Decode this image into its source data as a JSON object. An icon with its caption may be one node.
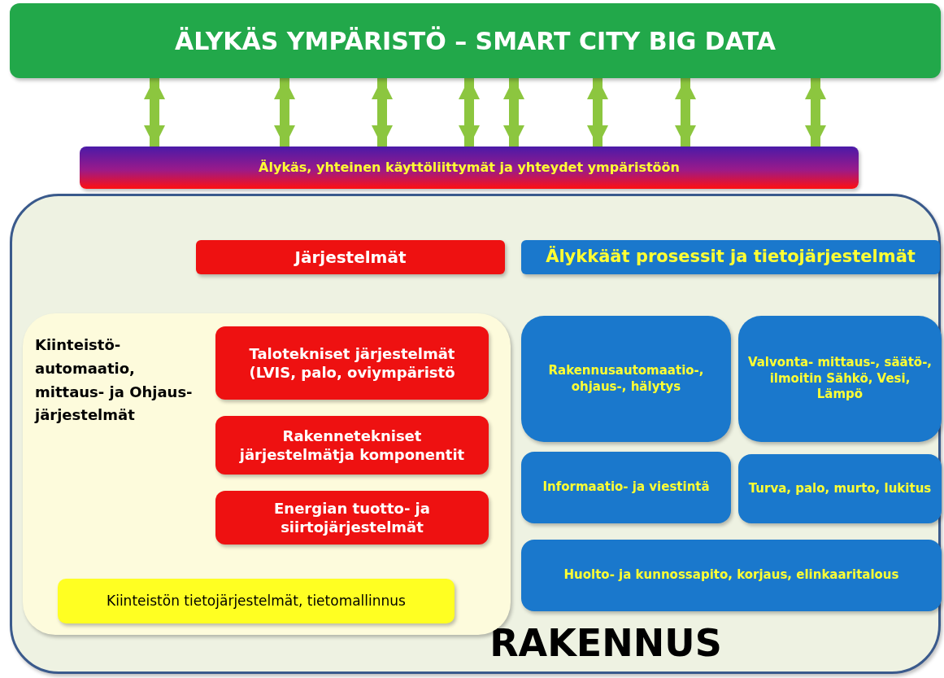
{
  "diagram": {
    "nodes": [
      {
        "text": [
          "ÄLYKÄS YMPÄRISTÖ – SMART CITY BIG DATA"
        ]
      },
      {
        "text": [
          "Älykäs, yhteinen käyttöliittymät ja yhteydet ympäristöön"
        ]
      },
      {
        "text": [
          "RAKENNUS"
        ]
      },
      {
        "text": [
          "Järjestelmät"
        ],
        "in": 2
      },
      {
        "text": [
          "Älykkäät prosessit ja tietojärjestelmät"
        ],
        "in": 2
      },
      {
        "text": [
          "Kiinteistö- automaatio, mittaus- ja Ohjaus- järjestelmät"
        ],
        "in": 2
      },
      {
        "text": [
          "Talotekniset järjestelmät (LVIS, palo, oviympäristö"
        ],
        "in": 5
      },
      {
        "text": [
          "Rakennetekniset järjestelmätja komponentit"
        ],
        "in": 5
      },
      {
        "text": [
          "Energian tuotto- ja siirtojärjestelmät"
        ],
        "in": 5
      },
      {
        "text": [
          "Kiinteistön tietojärjestelmät, tietomallinnus"
        ],
        "in": 5
      },
      {
        "text": [
          "Rakennusautomaatio-, ohjaus-, hälytys"
        ],
        "in": 2
      },
      {
        "text": [
          "Valvonta- mittaus-, säätö-, ilmoitin Sähkö, Vesi, Lämpö"
        ],
        "in": 2
      },
      {
        "text": [
          "Informaatio- ja viestintä"
        ],
        "in": 2
      },
      {
        "text": [
          "Turva, palo, murto, lukitus"
        ],
        "in": 2
      },
      {
        "text": [
          "Huolto- ja kunnossapito, korjaus, elinkaaritalous"
        ],
        "in": 2
      }
    ],
    "edges": [
      {
        "from": 0,
        "to": 1,
        "arrow": "both"
      },
      {
        "from": 0,
        "to": 1,
        "arrow": "both"
      },
      {
        "from": 0,
        "to": 1,
        "arrow": "both"
      },
      {
        "from": 0,
        "to": 1,
        "arrow": "both"
      },
      {
        "from": 0,
        "to": 1,
        "arrow": "both"
      },
      {
        "from": 0,
        "to": 1,
        "arrow": "both"
      },
      {
        "from": 0,
        "to": 1,
        "arrow": "both"
      },
      {
        "from": 0,
        "to": 1,
        "arrow": "both"
      }
    ]
  }
}
